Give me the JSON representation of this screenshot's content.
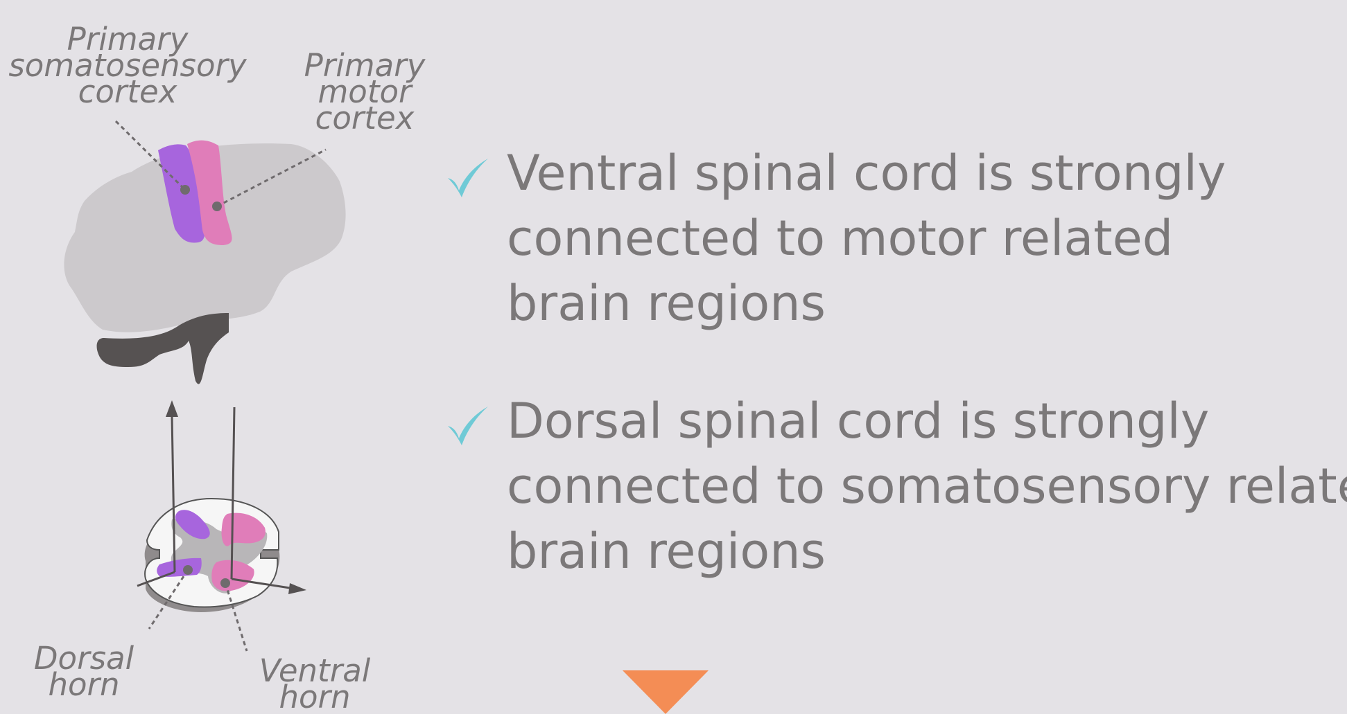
{
  "labels": {
    "somatosensory": [
      "Primary",
      "somatosensory",
      "cortex"
    ],
    "motor": [
      "Primary",
      "motor",
      "cortex"
    ],
    "dorsal": [
      "Dorsal",
      "horn"
    ],
    "ventral": [
      "Ventral",
      "horn"
    ]
  },
  "bullets": [
    {
      "lines": [
        "Ventral spinal cord is strongly",
        "connected to motor related",
        "brain regions"
      ]
    },
    {
      "lines": [
        "Dorsal spinal cord is strongly",
        "connected to somatosensory related",
        "brain regions"
      ]
    }
  ],
  "icons": {
    "bullet_mark": "check-icon",
    "next_indicator": "triangle-down-icon"
  },
  "colors": {
    "background": "#e4e2e6",
    "text": "#7b7879",
    "check": "#6fcad6",
    "somatosensory_purple": "#a765dd",
    "motor_pink": "#e07db9",
    "brain_gray": "#ccc9cc",
    "cerebellum_dark": "#565252",
    "triangle_orange": "#f48d55"
  }
}
